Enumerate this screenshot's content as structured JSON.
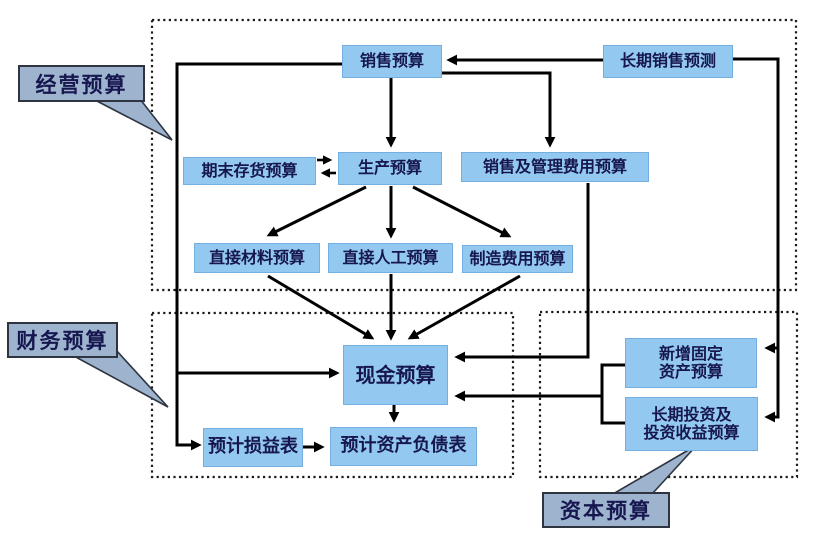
{
  "sections": {
    "operating": {
      "label": "经营预算"
    },
    "financial": {
      "label": "财务预算"
    },
    "capital": {
      "label": "资本预算"
    }
  },
  "nodes": {
    "sales_budget": {
      "label": "销售预算"
    },
    "long_term_sales_forecast": {
      "label": "长期销售预测"
    },
    "ending_inventory_budget": {
      "label": "期末存货预算"
    },
    "production_budget": {
      "label": "生产预算"
    },
    "selling_admin_expense_budget": {
      "label": "销售及管理费用预算"
    },
    "direct_materials_budget": {
      "label": "直接材料预算"
    },
    "direct_labor_budget": {
      "label": "直接人工预算"
    },
    "manufacturing_overhead_budget": {
      "label": "制造费用预算"
    },
    "cash_budget": {
      "label": "现金预算"
    },
    "new_fixed_assets_budget": {
      "line1": "新增固定",
      "line2": "资产预算"
    },
    "long_term_investment_budget": {
      "line1": "长期投资及",
      "line2": "投资收益预算"
    },
    "budgeted_income_statement": {
      "label": "预计损益表"
    },
    "budgeted_balance_sheet": {
      "label": "预计资产负债表"
    }
  },
  "colors": {
    "node_fill": "#93c9f0",
    "callout_fill": "#9db3ce",
    "text": "#17174f",
    "line": "#000000"
  }
}
